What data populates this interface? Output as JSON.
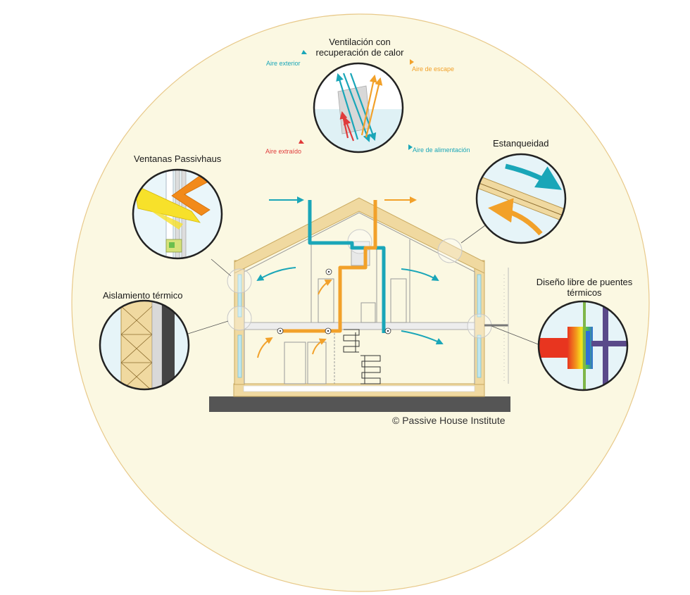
{
  "title_ventilation_line1": "Ventilación con",
  "title_ventilation_line2": "recuperación de calor",
  "label_outdoor_air": "Aire exterior",
  "label_exhaust_air": "Aire de escape",
  "label_extract_air": "Aire extraído",
  "label_supply_air": "Aire de alimentación",
  "label_airtightness": "Estanqueidad",
  "label_windows": "Ventanas Passivhaus",
  "label_insulation": "Aislamiento térmico",
  "label_thermal_bridge_line1": "Diseño libre de puentes",
  "label_thermal_bridge_line2": "térmicos",
  "copyright": "© Passive House Institute",
  "colors": {
    "background_circle": "#fbf8e2",
    "circle_border": "#e8c98a",
    "wood": "#f0d9a0",
    "wood_edge": "#c9a95f",
    "supply_cyan": "#1aa6b8",
    "exhaust_orange": "#f2a12a",
    "extract_red": "#e03a3a",
    "ground": "#555555",
    "window_blue": "#bfe6ef"
  }
}
